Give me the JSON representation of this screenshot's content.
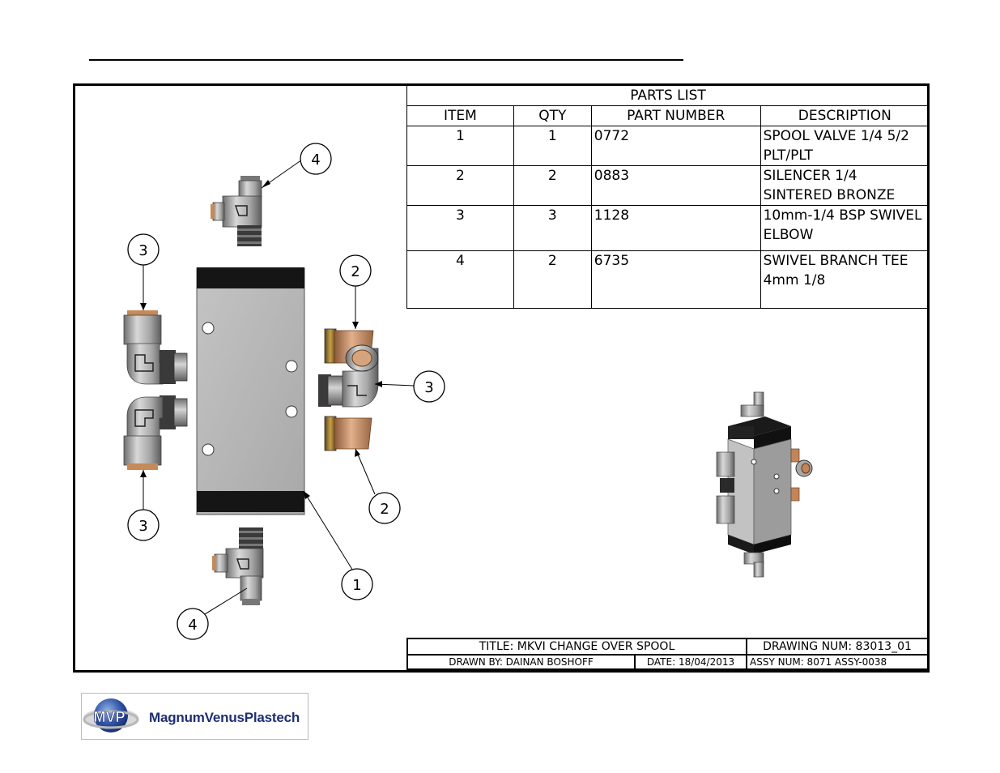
{
  "parts_list": {
    "title": "PARTS LIST",
    "headers": [
      "ITEM",
      "QTY",
      "PART NUMBER",
      "DESCRIPTION"
    ],
    "rows": [
      {
        "item": "1",
        "qty": "1",
        "part_number": "0772",
        "description_1": "SPOOL VALVE 1/4 5/2",
        "description_2": "PLT/PLT"
      },
      {
        "item": "2",
        "qty": "2",
        "part_number": "0883",
        "description_1": "SILENCER 1/4",
        "description_2": "SINTERED BRONZE"
      },
      {
        "item": "3",
        "qty": "3",
        "part_number": "1128",
        "description_1": "10mm-1/4 BSP SWIVEL",
        "description_2": "ELBOW"
      },
      {
        "item": "4",
        "qty": "2",
        "part_number": "6735",
        "description_1": "SWIVEL BRANCH TEE",
        "description_2": "4mm 1/8"
      }
    ]
  },
  "balloons": [
    "4",
    "3",
    "2",
    "3",
    "2",
    "3",
    "1",
    "4"
  ],
  "title_block": {
    "title": "TITLE: MKVI CHANGE OVER SPOOL",
    "drawing_num": "DRAWING NUM: 83013_01",
    "drawn_by": "DRAWN BY: DAINAN BOSHOFF",
    "date": "DATE: 18/04/2013",
    "assy_num": "ASSY NUM: 8071 ASSY-0038"
  },
  "logo": {
    "mark": "MVP",
    "name": "MagnumVenusPlastech"
  },
  "colors": {
    "valve_body": "#b4b4b4",
    "bronze": "#c4845a",
    "fitting": "#9a9a9a",
    "logo_blue": "#1e2f73"
  }
}
